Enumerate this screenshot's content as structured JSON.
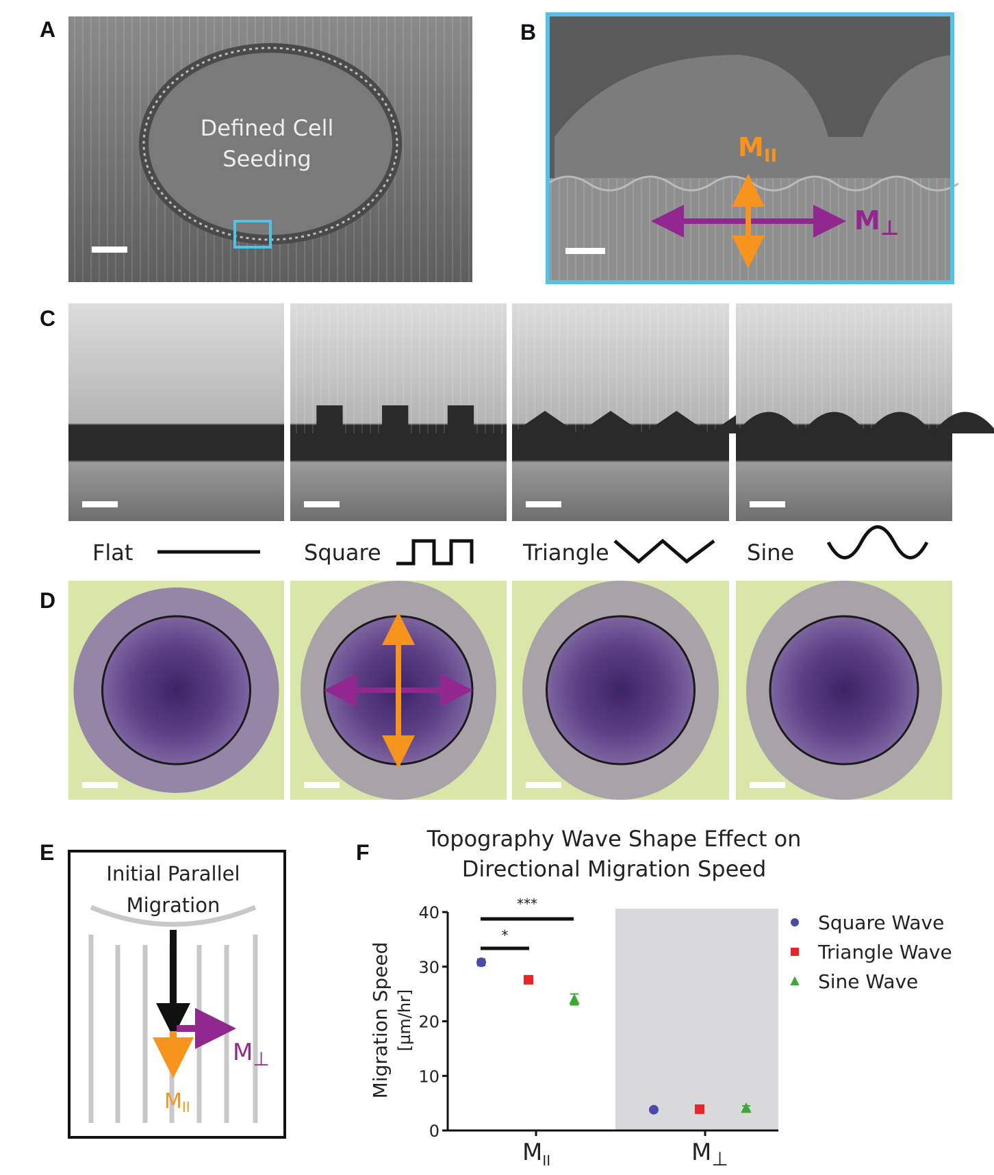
{
  "panels": {
    "A": {
      "label": "A",
      "overlay_line1": "Defined Cell",
      "overlay_line2": "Seeding"
    },
    "B": {
      "label": "B",
      "parallel": "M",
      "parallel_sub": "II",
      "perp": "M",
      "perp_sub": "⊥"
    },
    "C": {
      "label": "C"
    },
    "shapes": [
      "Flat",
      "Square",
      "Triangle",
      "Sine"
    ],
    "D": {
      "label": "D"
    },
    "E": {
      "label": "E",
      "title_line1": "Initial Parallel",
      "title_line2": "Migration",
      "perp": "M",
      "perp_sub": "⊥",
      "parallel": "M",
      "parallel_sub": "II"
    },
    "F": {
      "label": "F"
    }
  },
  "colors": {
    "parallel": "#f7941d",
    "perp": "#92278f",
    "frame_b": "#4fc3e8",
    "square": "#4a4aa8",
    "triangle": "#e8262a",
    "sine": "#3aaa35"
  },
  "chart_data": {
    "type": "scatter",
    "title_line1": "Topography Wave Shape Effect on",
    "title_line2": "Directional Migration Speed",
    "ylabel_line1": "Migration Speed",
    "ylabel_line2": "[µm/hr]",
    "ylim": [
      0,
      40
    ],
    "yticks": [
      "0",
      "10",
      "20",
      "30",
      "40"
    ],
    "categories": [
      {
        "main": "M",
        "sub": "II"
      },
      {
        "main": "M",
        "sub": "⊥"
      }
    ],
    "legend_position": "right",
    "series": [
      {
        "name": "Square Wave",
        "marker": "circle",
        "values": [
          30.8,
          3.8
        ],
        "err": [
          0.6,
          0.3
        ]
      },
      {
        "name": "Triangle Wave",
        "marker": "square",
        "values": [
          27.6,
          3.9
        ],
        "err": [
          0.7,
          0.3
        ]
      },
      {
        "name": "Sine Wave",
        "marker": "triangle",
        "values": [
          24.0,
          4.1
        ],
        "err": [
          1.0,
          0.4
        ]
      }
    ],
    "significance": [
      {
        "label": "***",
        "between": [
          "Square Wave",
          "Sine Wave"
        ]
      },
      {
        "label": "*",
        "between": [
          "Square Wave",
          "Triangle Wave"
        ]
      }
    ],
    "shaded_category": 1
  }
}
